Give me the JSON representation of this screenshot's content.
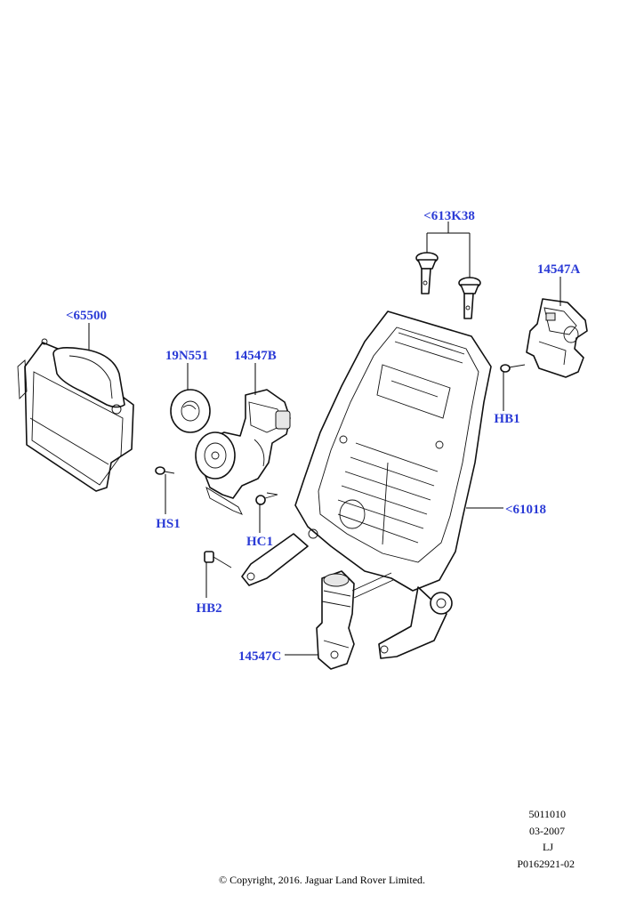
{
  "callouts": {
    "c613k38": "<613K38",
    "c14547a": "14547A",
    "c65500": "<65500",
    "c19n551": "19N551",
    "c14547b": "14547B",
    "chb1": "HB1",
    "chs1": "HS1",
    "chc1": "HC1",
    "c61018": "<61018",
    "chb2": "HB2",
    "c14547c": "14547C"
  },
  "meta": {
    "code": "5011010",
    "date": "03-2007",
    "initials": "LJ",
    "ref": "P0162921-02"
  },
  "copyright": "© Copyright, 2016. Jaguar Land Rover Limited.",
  "colors": {
    "callout": "#2b3bd6",
    "line": "#000000"
  }
}
